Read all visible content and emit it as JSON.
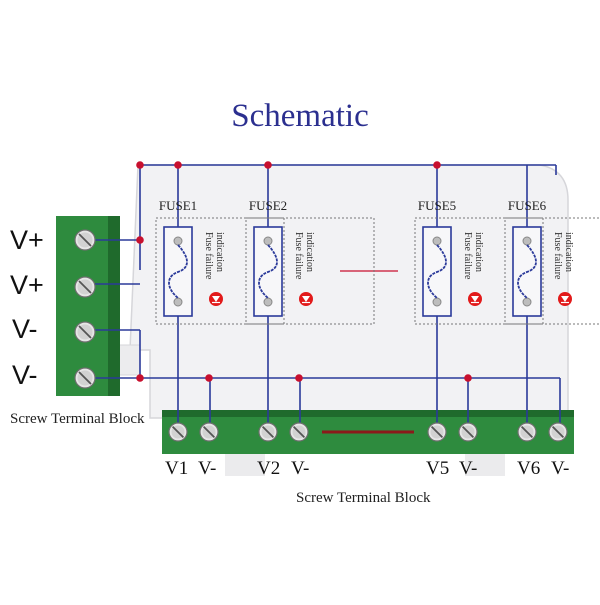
{
  "title": "Schematic",
  "left_block": {
    "labels": [
      "V+",
      "V+",
      "V-",
      "V-"
    ],
    "caption": "Screw Terminal  Block"
  },
  "bottom_block": {
    "labels": [
      "V1",
      "V-",
      "V2",
      "V-",
      "V5",
      "V-",
      "V6",
      "V-"
    ],
    "caption": "Screw Terminal  Block"
  },
  "fuses": [
    {
      "name": "FUSE1",
      "indication": [
        "Fuse failure",
        "indication"
      ]
    },
    {
      "name": "FUSE2",
      "indication": [
        "Fuse failure",
        "indication"
      ]
    },
    {
      "name": "FUSE5",
      "indication": [
        "Fuse failure",
        "indication"
      ]
    },
    {
      "name": "FUSE6",
      "indication": [
        "Fuse failure",
        "indication"
      ]
    }
  ],
  "colors": {
    "wire": "#2b3a9a",
    "junction": "#c8102e",
    "pcb": "#2e8b3e",
    "pcb_dark": "#1f6a2c",
    "board": "#f2f2f4",
    "title": "#2b2f8f"
  }
}
